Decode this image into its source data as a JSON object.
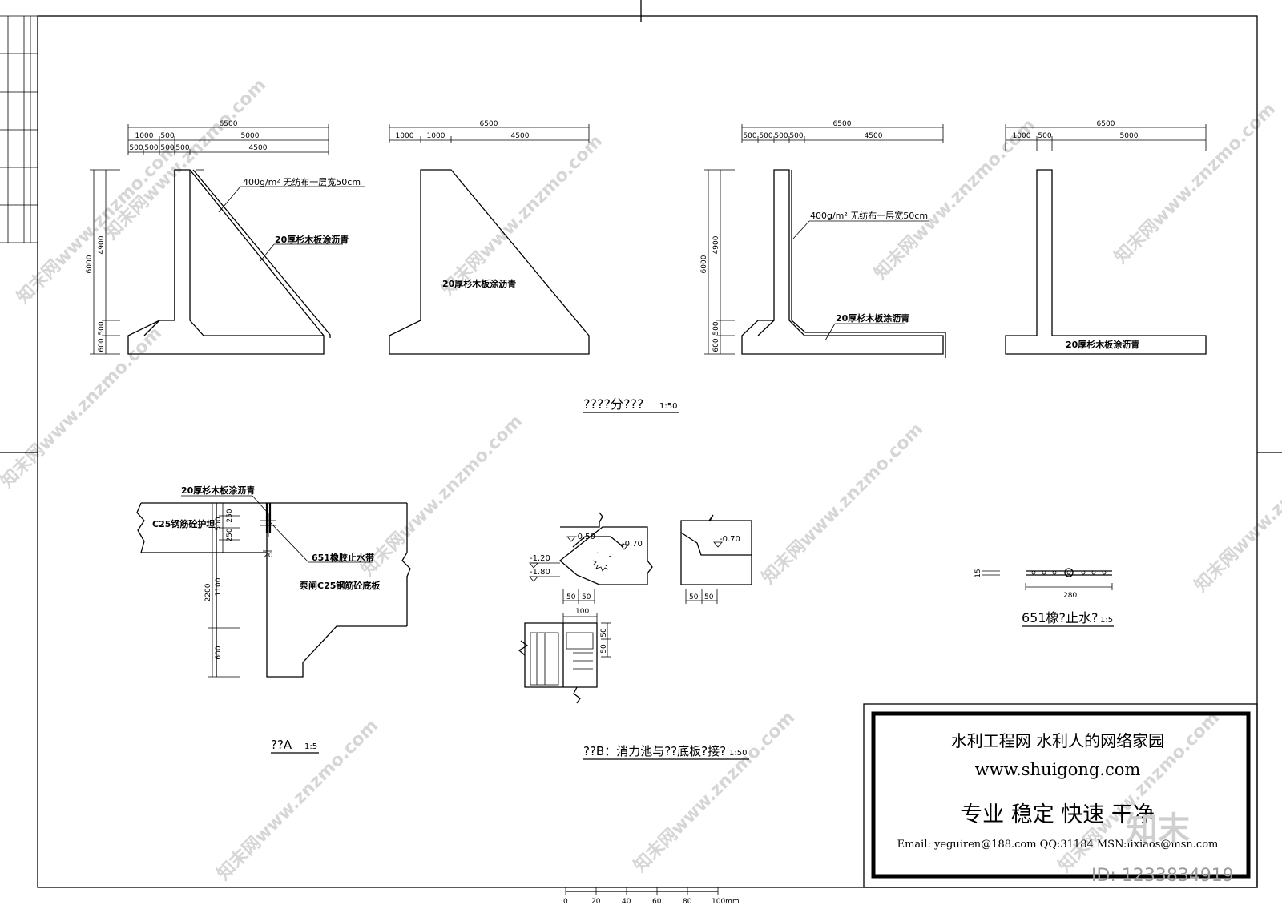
{
  "sheet": {
    "watermark": "知末网www.znzmo.com",
    "brand_logo": "知末",
    "image_id": "ID: 1233834919"
  },
  "section1": {
    "title": "????分???",
    "scale": "1:50",
    "profile1": {
      "dims_top": [
        "6500",
        "1000",
        "500",
        "5000"
      ],
      "dims_bottom": [
        "500",
        "500",
        "500",
        "500",
        "4500"
      ],
      "dims_left": [
        "6000",
        "4900",
        "500",
        "600"
      ],
      "label_fabric": "400g/m² 无纺布一层宽50cm",
      "label_board": "20厚杉木板涂沥青"
    },
    "profile2": {
      "dims_top": [
        "6500",
        "1000",
        "1000",
        "4500"
      ],
      "label_board": "20厚杉木板涂沥青"
    },
    "profile3": {
      "dims_top": [
        "6500",
        "500",
        "500",
        "500",
        "500",
        "4500"
      ],
      "dims_left": [
        "6000",
        "4900",
        "500",
        "600"
      ],
      "label_fabric": "400g/m² 无纺布一层宽50cm",
      "label_board": "20厚杉木板涂沥青"
    },
    "profile4": {
      "dims_top": [
        "6500",
        "1000",
        "500",
        "5000"
      ],
      "label_board": "20厚杉木板涂沥青"
    }
  },
  "detailA": {
    "title": "??A",
    "scale": "1:5",
    "label_board": "20厚杉木板涂沥青",
    "label_apron": "C25钢筋砼护坦",
    "label_waterstop": "651橡胶止水带",
    "label_slab": "泵闸C25钢筋砼底板",
    "dims_v": [
      "250",
      "500",
      "250",
      "2200",
      "1100",
      "600"
    ],
    "dim_gap": "20"
  },
  "detailB": {
    "title": "??B：消力池与??底板?接?",
    "scale": "1:50",
    "elevations": [
      "-0.50",
      "-0.70",
      "-1.20",
      "-1.80",
      "-0.70"
    ],
    "dims": [
      "50",
      "50",
      "50",
      "50",
      "100",
      "50",
      "50"
    ]
  },
  "waterstop": {
    "title": "651橡?止水?",
    "scale": "1:5",
    "dim_len": "280",
    "dim_thk": "15"
  },
  "titleblock": {
    "line1": "水利工程网 水利人的网络家园",
    "line2": "www.shuigong.com",
    "line3": "专业 稳定 快速 干净",
    "line4": "Email: yeguiren@188.com QQ:31184 MSN:lixiaos@msn.com"
  },
  "scalebar": {
    "labels": [
      "0",
      "20",
      "40",
      "60",
      "80",
      "100mm"
    ]
  }
}
